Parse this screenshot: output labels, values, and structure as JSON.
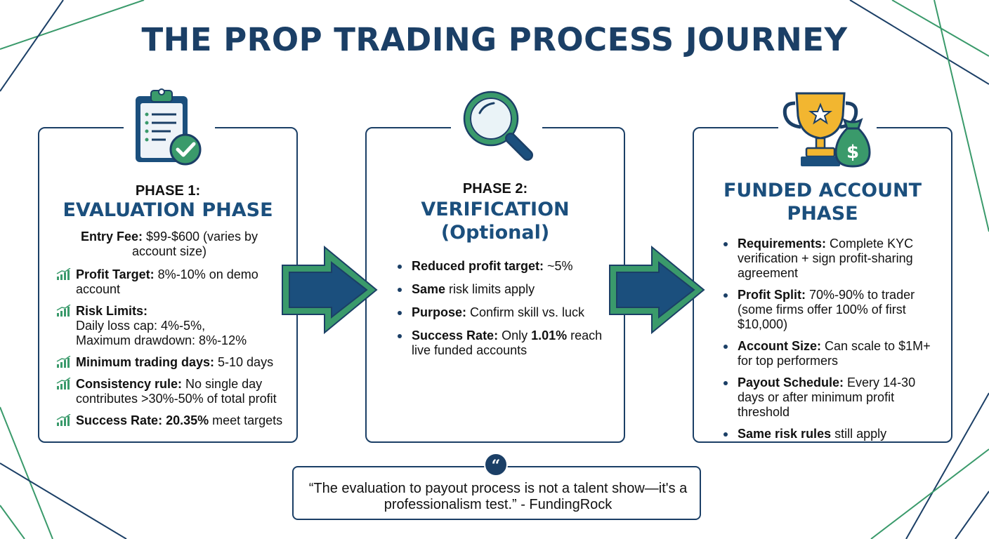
{
  "title": "THE PROP TRADING PROCESS JOURNEY",
  "colors": {
    "navy": "#1b3f66",
    "green": "#3a9a6b",
    "arrow_fill": "#1b4f7d"
  },
  "phase1": {
    "icon": "clipboard-check-icon",
    "label": "PHASE 1:",
    "name": "EVALUATION PHASE",
    "fee_label": "Entry Fee:",
    "fee_value": " $99-$600 (varies by account size)",
    "items": [
      {
        "label": "Profit Target:",
        "text": " 8%-10% on demo account"
      },
      {
        "label": "Risk Limits:",
        "text": "",
        "line2": "Daily loss cap: 4%-5%,",
        "line3": "Maximum drawdown: 8%-12%"
      },
      {
        "label": "Minimum trading days:",
        "text": " 5-10 days"
      },
      {
        "label": "Consistency rule:",
        "text": " No single day contributes >30%-50% of total profit"
      },
      {
        "label": "Success Rate: 20.35%",
        "text": " meet targets"
      }
    ]
  },
  "phase2": {
    "icon": "magnifying-glass-icon",
    "label": "PHASE 2:",
    "name_line1": "VERIFICATION",
    "name_line2": "(Optional)",
    "items": [
      {
        "label": "Reduced profit target:",
        "text": " ~5%"
      },
      {
        "label": "Same",
        "text": " risk limits apply"
      },
      {
        "label": "Purpose:",
        "text": " Confirm skill vs. luck"
      },
      {
        "label": "Success Rate:",
        "text": " Only ",
        "bold2": "1.01%",
        "text2": " reach live funded accounts"
      }
    ]
  },
  "phase3": {
    "icon": "trophy-money-bag-icon",
    "name_line1": "FUNDED ACCOUNT",
    "name_line2": "PHASE",
    "items": [
      {
        "label": "Requirements:",
        "text": " Complete KYC verification + sign profit-sharing agreement"
      },
      {
        "label": "Profit Split:",
        "text": " 70%-90% to trader (some firms offer 100% of first $10,000)"
      },
      {
        "label": "Account Size:",
        "text": " Can scale to $1M+ for top performers"
      },
      {
        "label": "Payout Schedule:",
        "text": " Every 14-30 days or after minimum profit threshold"
      },
      {
        "label": "Same risk rules",
        "text": " still apply"
      }
    ]
  },
  "quote": {
    "icon": "quote-icon",
    "text": "“The evaluation to payout process is not a talent show—it's a professionalism test.” - FundingRock"
  }
}
